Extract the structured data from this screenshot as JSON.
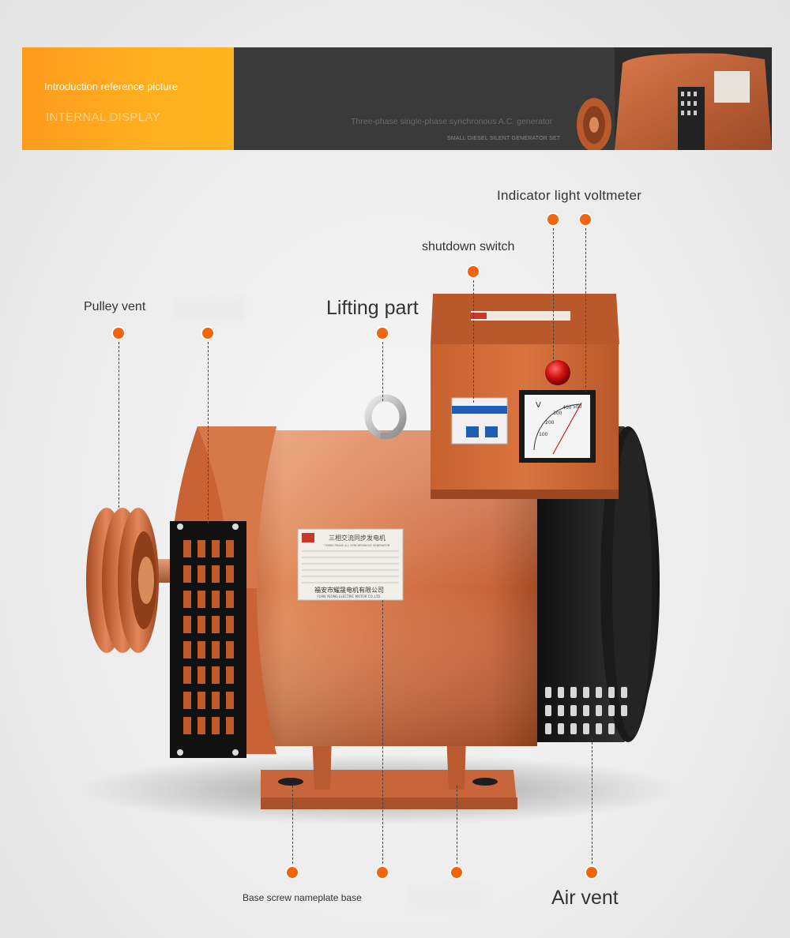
{
  "banner": {
    "title": "Introduction reference picture",
    "subtitle": "INTERNAL DISPLAY",
    "description": "Three-phase single-phase synchronous A.C. generator",
    "description_small": "SMALL DIESEL SILENT GENERATOR SET"
  },
  "callouts": {
    "indicator_light_voltmeter": "Indicator light voltmeter",
    "shutdown_switch": "shutdown switch",
    "lifting_part": "Lifting part",
    "pulley_vent": "Pulley vent",
    "base_screw_nameplate_base": "Base screw nameplate base",
    "air_vent": "Air vent"
  },
  "nameplate": {
    "title_cn": "三相交流同步发电机",
    "title_en": "THREE PHASE A.C SYNCHRONOUS GENERATOR",
    "maker_cn": "福安市耀晟电机有限公司",
    "maker_en": "FUAN YEONG ELECTRIC MOTOR CO.,LTD."
  },
  "voltmeter": {
    "unit": "V",
    "ticks": [
      "100",
      "200",
      "300",
      "400",
      "500"
    ]
  },
  "colors": {
    "accent": "#f2650f",
    "banner_orange": "#ffa51f",
    "generator_body": "#d06a3c",
    "dark": "#1a1a1a"
  }
}
